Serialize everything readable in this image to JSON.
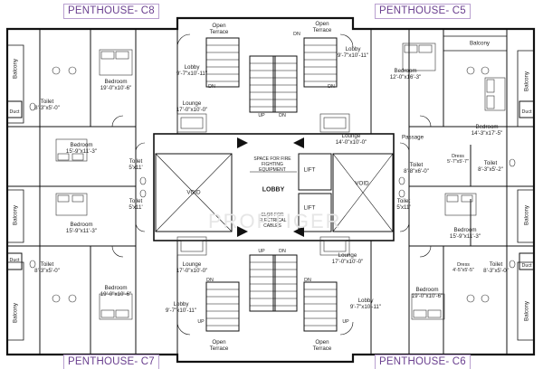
{
  "titles": {
    "c8": "PENTHOUSE- C8",
    "c5": "PENTHOUSE- C5",
    "c7": "PENTHOUSE- C7",
    "c6": "PENTHOUSE- C6"
  },
  "rooms": {
    "open_terrace": "Open\nTerrace",
    "lobby_c8": "Lobby\n9'-7\"x10'-11\"",
    "lobby_c5": "Lobby\n9'-7\"x10'-11\"",
    "lobby_c7": "Lobby\n9'-7\"x10'-11\"",
    "lobby_c6": "Lobby\n9'-7\"x10'-11\"",
    "bedroom_c8_top": "Bedroom\n19'-0\"x10'-6\"",
    "bedroom_c8_mid": "Bedroom\n15'-9\"x11'-3\"",
    "bedroom_c7_mid": "Bedroom\n15'-9\"x11'-3\"",
    "bedroom_c7_bot": "Bedroom\n19'-0\"x10'-6\"",
    "bedroom_c5_top": "Bedroom\n12'-0\"x16'-3\"",
    "bedroom_c5_right": "Bedroom\n14'-3\"x17'-5\"",
    "bedroom_c6_mid": "Bedroom\n15'-9\"x11'-3\"",
    "bedroom_c6_bot": "Bedroom\n19'-0\"x10'-6\"",
    "lounge_c8": "Lounge\n17'-0\"x10'-0\"",
    "lounge_c5": "Lounge\n14'-0\"x10'-0\"",
    "lounge_c7": "Lounge\n17'-0\"x10'-0\"",
    "lounge_c6": "Lounge\n17'-0\"x10'-0\"",
    "toilet_c8": "Toilet\n8'-3\"x5'-0\"",
    "toilet_c7": "Toilet\n8'-3\"x5'-0\"",
    "toilet_c5": "Toilet\n8'-3\"x5'-2\"",
    "toilet_c6": "Toilet\n8'-3\"x5'-0\"",
    "toilet_5x11_a": "Toilet\n5'x11'",
    "toilet_5x11_b": "Toilet\n5'x11'",
    "toilet_5x11_c": "Toilet\n5'x11'",
    "toilet_8x6": "Toilet\n8'-8\"x6'-0\"",
    "dress_c5": "Dress\n5'-7\"x5'-7\"",
    "dress_c6": "Dress\n4'-5\"x5'-5\"",
    "passage": "Passage",
    "balcony": "Balcony",
    "duct": "Duct",
    "void": "VOID",
    "lobby_core": "LOBBY",
    "lift": "LIFT",
    "fire_space": "SPACE FOR FIRE\nFIGHTING\nEQUIPMENT",
    "cable_slot": "SLOT FOR\nELECTRICAL\nCABLES",
    "up": "UP",
    "dn": "DN"
  },
  "watermark": "PROPTIGER"
}
